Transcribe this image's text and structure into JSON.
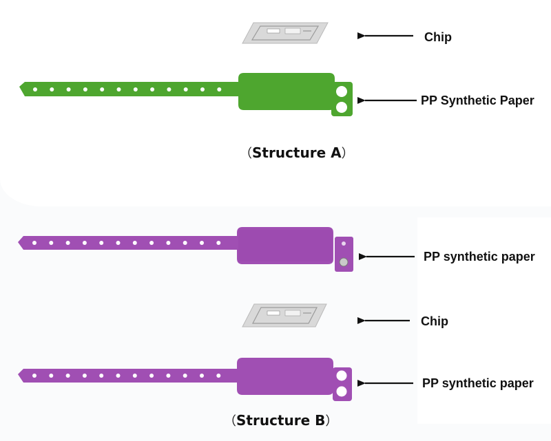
{
  "labels": {
    "chip_a": "Chip",
    "paper_a": "PP Synthetic Paper",
    "paper_b_top": "PP synthetic paper",
    "chip_b": "Chip",
    "paper_b_bottom": "PP synthetic paper"
  },
  "captions": {
    "structure_a": "Structure A",
    "structure_b": "Structure B",
    "open_paren": "（",
    "close_paren": "）"
  },
  "colors": {
    "green_band": "#4ea62f",
    "purple_band": "#a04fb3",
    "purple_band_dark": "#8e3fa3",
    "chip_fill": "#d9d9d9",
    "arrow": "#111111"
  }
}
